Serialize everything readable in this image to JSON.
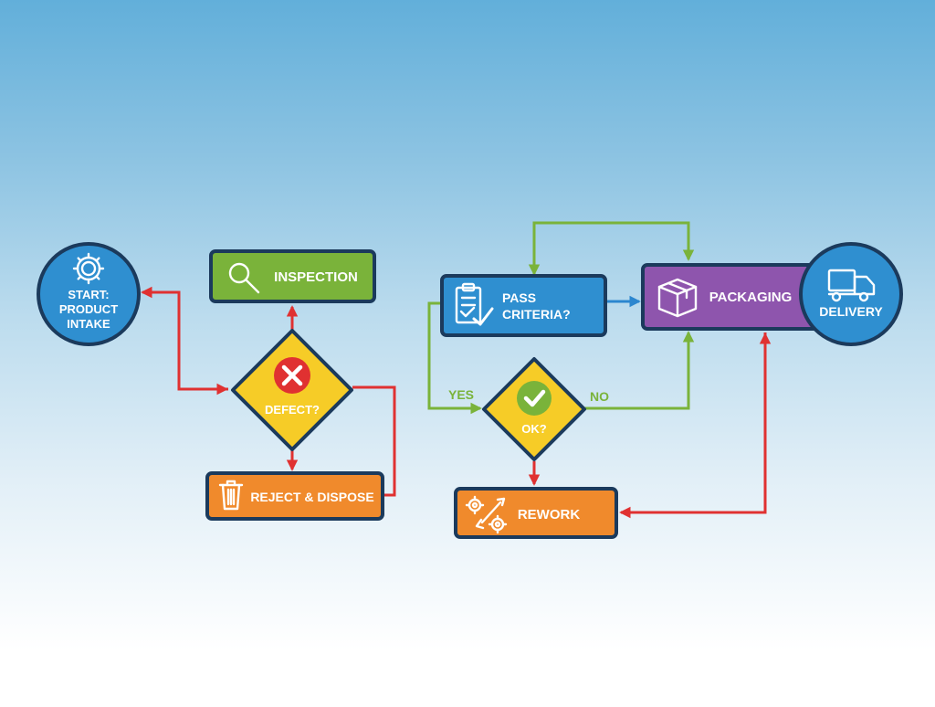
{
  "nodes": {
    "start": {
      "line1": "START:",
      "line2": "PRODUCT",
      "line3": "INTAKE",
      "icon": "gear-icon"
    },
    "inspection": {
      "label": "INSPECTION",
      "icon": "magnifier-icon"
    },
    "defect": {
      "label": "DEFECT?",
      "icon": "x-circle-icon"
    },
    "reject": {
      "label": "REJECT & DISPOSE",
      "icon": "trash-icon"
    },
    "pass_criteria": {
      "line1": "PASS",
      "line2": "CRITERIA?",
      "icon": "clipboard-check-icon"
    },
    "ok": {
      "label": "OK?",
      "icon": "check-circle-icon"
    },
    "rework": {
      "label": "REWORK",
      "icon": "gears-wrench-icon"
    },
    "packaging": {
      "label": "PACKAGING",
      "icon": "box-icon"
    },
    "delivery": {
      "label": "DELIVERY",
      "icon": "truck-icon"
    }
  },
  "branch_labels": {
    "yes": "YES",
    "no": "NO"
  },
  "colors": {
    "navy_border": "#1b3a5c",
    "blue_node": "#2f8fd0",
    "green_node": "#7ab33a",
    "yellow_decision": "#f6cc27",
    "orange_node": "#f08a2c",
    "purple_node": "#8e55ad",
    "red_connector": "#e03131",
    "green_connector": "#7ab33a",
    "blue_connector": "#2b86cf"
  }
}
